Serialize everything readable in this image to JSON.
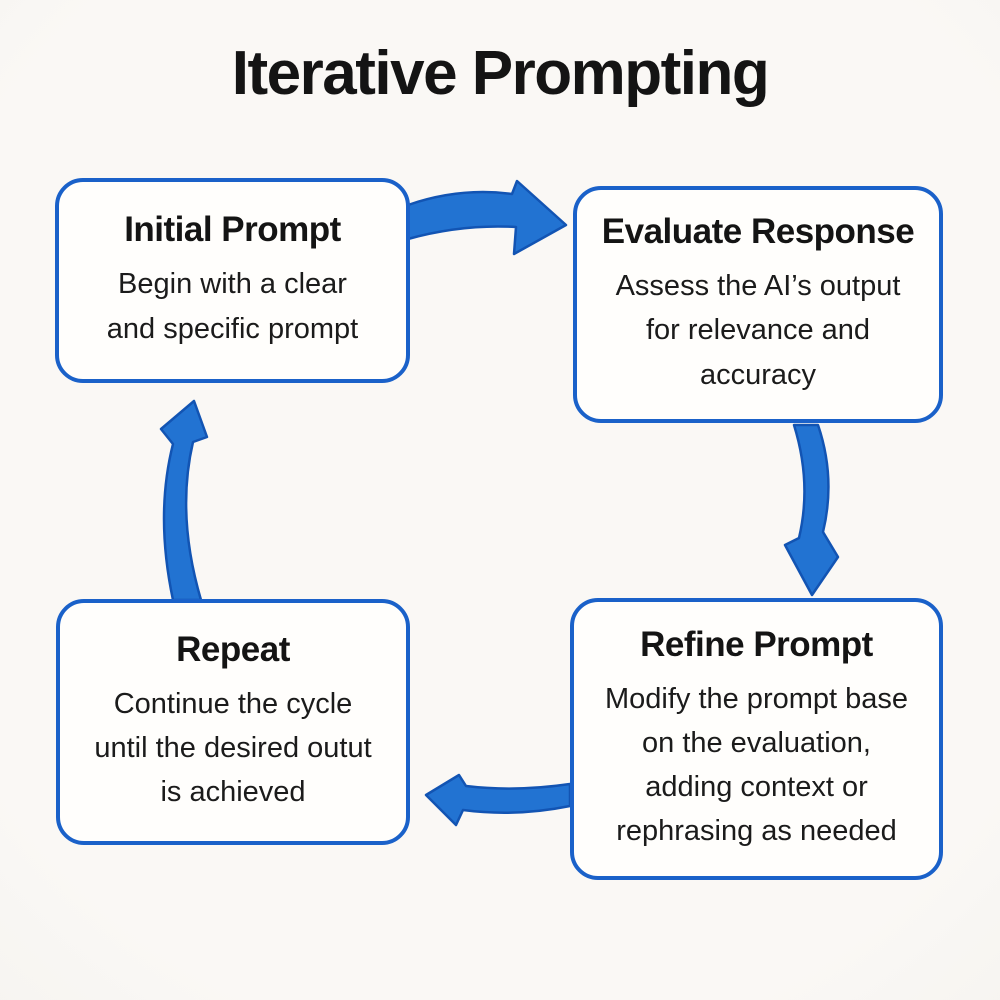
{
  "title": "Iterative Prompting",
  "colors": {
    "arrow_fill": "#2273d2",
    "arrow_outline": "#1254b3",
    "box_border": "#1a61c9",
    "box_fill": "#fffefc",
    "background": "#f6f4f0",
    "text": "#141414"
  },
  "nodes": [
    {
      "id": "initial-prompt",
      "title": "Initial Prompt",
      "description": "Begin with a clear\nand specific prompt"
    },
    {
      "id": "evaluate-response",
      "title": "Evaluate Response",
      "description": "Assess the AI’s output\nfor relevance and\naccuracy"
    },
    {
      "id": "refine-prompt",
      "title": "Refine Prompt",
      "description": "Modify the prompt base\non the evaluation,\nadding context or\nrephrasing as needed"
    },
    {
      "id": "repeat",
      "title": "Repeat",
      "description": "Continue the cycle\nuntil the desired outut\nis achieved"
    }
  ],
  "arrows": [
    {
      "id": "initial-to-evaluate",
      "direction": "right"
    },
    {
      "id": "evaluate-to-refine",
      "direction": "down"
    },
    {
      "id": "refine-to-repeat",
      "direction": "left"
    },
    {
      "id": "repeat-to-initial",
      "direction": "up"
    }
  ]
}
